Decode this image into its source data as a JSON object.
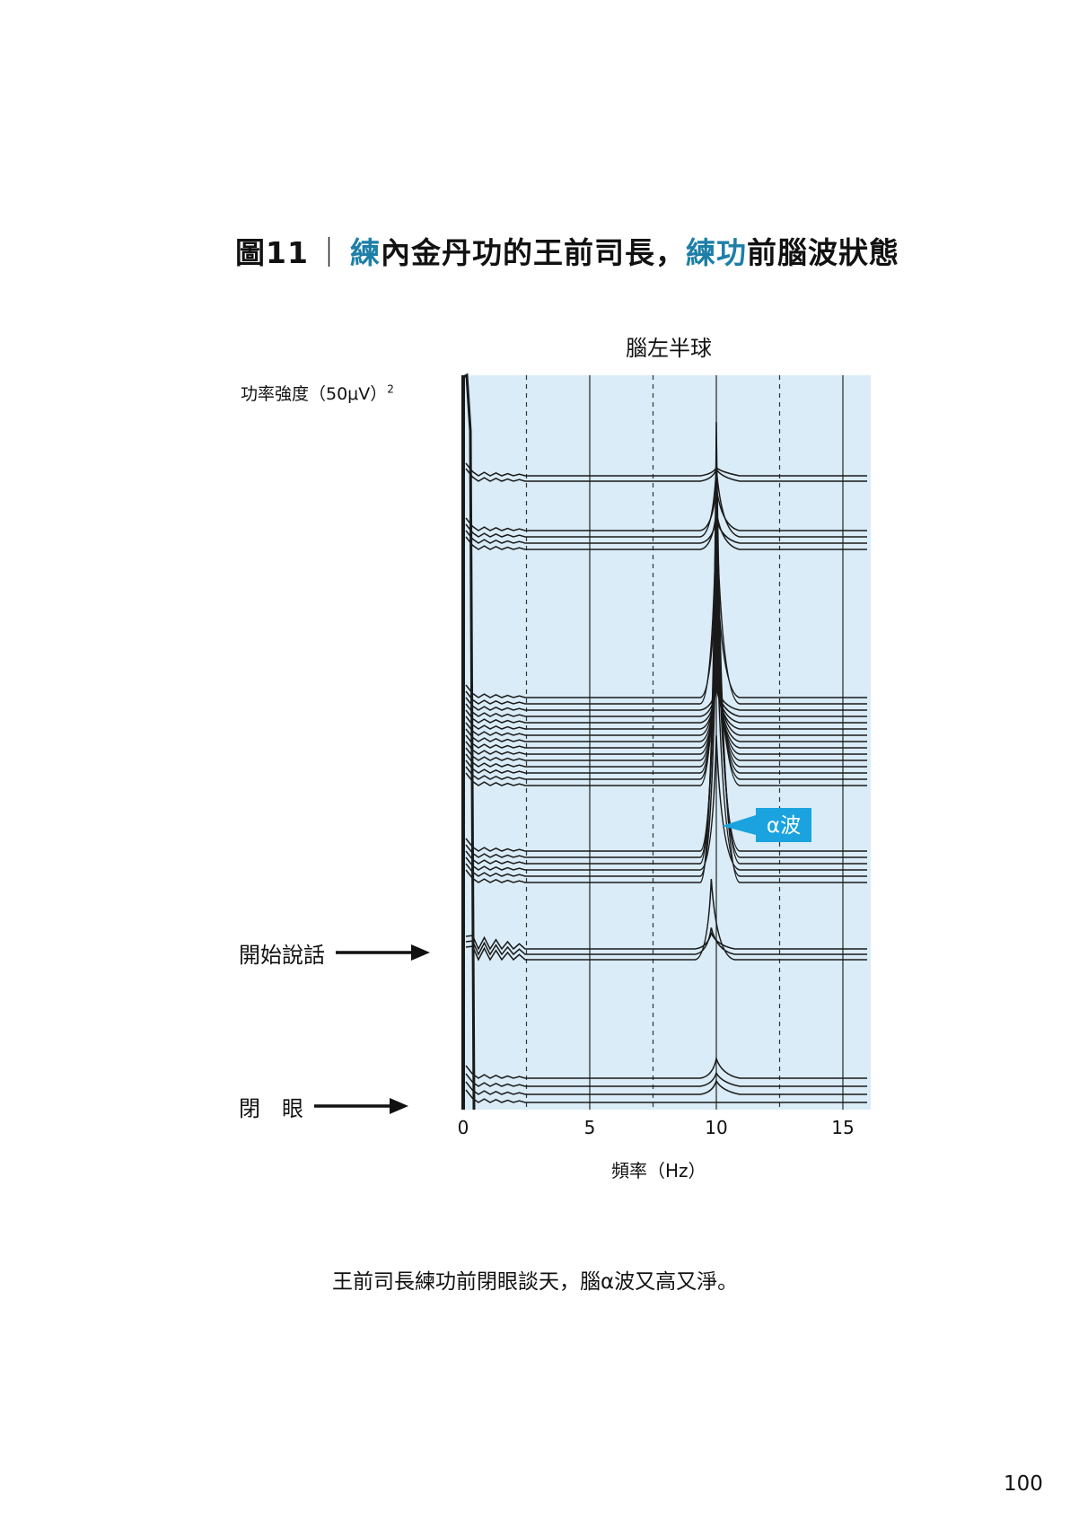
{
  "figure": {
    "title_prefix": "圖11",
    "title_sep": "｜",
    "title_a_hl": "練",
    "title_a": "內金丹功的王前司長，",
    "title_b_hl": "練功",
    "title_b": "前腦波狀態"
  },
  "caption": "王前司長練功前閉眼談天，腦α波又高又淨。",
  "page_number": "100",
  "markers": [
    {
      "label": "開始說話"
    },
    {
      "label": "閉　眼"
    }
  ],
  "colors": {
    "accent": "#1d7fa8",
    "plot_bg": "#d9ecf7",
    "trace": "#1a1a1a",
    "callout": "#1aa3de"
  },
  "chart_data": {
    "type": "line",
    "chart_kind": "compressed spectral array (stacked power spectra)",
    "title": "腦左半球",
    "xlabel": "頻率（Hz）",
    "ylabel": "功率強度（50μV）",
    "ylabel_sup": "2",
    "xlim": [
      0,
      16
    ],
    "xticks": [
      0,
      5,
      10,
      15
    ],
    "grid": {
      "solid_lines_hz": [
        5,
        10,
        15
      ],
      "dashed_lines_hz": [
        2.5,
        7.5,
        12.5
      ]
    },
    "annotation": {
      "text": "α波",
      "points_to_hz": 10
    },
    "traces_bottom_to_top": [
      {
        "segment": "閉眼",
        "alpha_peak_hz": 10,
        "alpha_peak_rel": 0.0
      },
      {
        "segment": "閉眼",
        "alpha_peak_hz": 10,
        "alpha_peak_rel": 0.02
      },
      {
        "segment": "閉眼",
        "alpha_peak_hz": 10,
        "alpha_peak_rel": 0.02
      },
      {
        "segment": "閉眼",
        "alpha_peak_hz": 10,
        "alpha_peak_rel": 0.03
      },
      {
        "segment": "開始說話",
        "alpha_peak_hz": 9.8,
        "alpha_peak_rel": 0.15
      },
      {
        "segment": "開始說話",
        "alpha_peak_hz": 9.8,
        "alpha_peak_rel": 0.05
      },
      {
        "segment": "開始說話",
        "alpha_peak_hz": 9.8,
        "alpha_peak_rel": 0.03
      },
      {
        "segment": "談天",
        "alpha_peak_hz": 10,
        "alpha_peak_rel": 1.0
      },
      {
        "segment": "談天",
        "alpha_peak_hz": 10,
        "alpha_peak_rel": 0.6
      },
      {
        "segment": "談天",
        "alpha_peak_hz": 10,
        "alpha_peak_rel": 0.3
      },
      {
        "segment": "談天",
        "alpha_peak_hz": 10,
        "alpha_peak_rel": 0.85
      },
      {
        "segment": "談天",
        "alpha_peak_hz": 10,
        "alpha_peak_rel": 0.75
      },
      {
        "segment": "談天",
        "alpha_peak_hz": 10,
        "alpha_peak_rel": 0.7
      },
      {
        "segment": "談天",
        "alpha_peak_hz": 10,
        "alpha_peak_rel": 0.6
      },
      {
        "segment": "談天",
        "alpha_peak_hz": 10,
        "alpha_peak_rel": 0.5
      },
      {
        "segment": "談天",
        "alpha_peak_hz": 10,
        "alpha_peak_rel": 0.45
      },
      {
        "segment": "談天",
        "alpha_peak_hz": 10,
        "alpha_peak_rel": 0.4
      },
      {
        "segment": "談天",
        "alpha_peak_hz": 10,
        "alpha_peak_rel": 0.35
      },
      {
        "segment": "談天",
        "alpha_peak_hz": 10,
        "alpha_peak_rel": 0.3
      },
      {
        "segment": "談天",
        "alpha_peak_hz": 10,
        "alpha_peak_rel": 0.25
      },
      {
        "segment": "談天",
        "alpha_peak_hz": 10,
        "alpha_peak_rel": 0.22
      },
      {
        "segment": "談天",
        "alpha_peak_hz": 10,
        "alpha_peak_rel": 0.2
      },
      {
        "segment": "談天",
        "alpha_peak_hz": 10,
        "alpha_peak_rel": 0.15
      },
      {
        "segment": "談天",
        "alpha_peak_hz": 10,
        "alpha_peak_rel": 0.12
      },
      {
        "segment": "談天",
        "alpha_peak_hz": 10,
        "alpha_peak_rel": 0.1
      },
      {
        "segment": "談天",
        "alpha_peak_hz": 10,
        "alpha_peak_rel": 0.08
      },
      {
        "segment": "談天",
        "alpha_peak_hz": 10,
        "alpha_peak_rel": 0.7
      },
      {
        "segment": "談天",
        "alpha_peak_hz": 10,
        "alpha_peak_rel": 0.5
      },
      {
        "segment": "談天",
        "alpha_peak_hz": 10,
        "alpha_peak_rel": 0.3
      },
      {
        "segment": "談天",
        "alpha_peak_hz": 10,
        "alpha_peak_rel": 0.2
      },
      {
        "segment": "談天",
        "alpha_peak_hz": 10,
        "alpha_peak_rel": 0.6
      },
      {
        "segment": "談天",
        "alpha_peak_hz": 10,
        "alpha_peak_rel": 0.4
      },
      {
        "segment": "談天",
        "alpha_peak_hz": 10,
        "alpha_peak_rel": 0.2
      },
      {
        "segment": "談天",
        "alpha_peak_hz": 10,
        "alpha_peak_rel": 0.15
      }
    ]
  }
}
